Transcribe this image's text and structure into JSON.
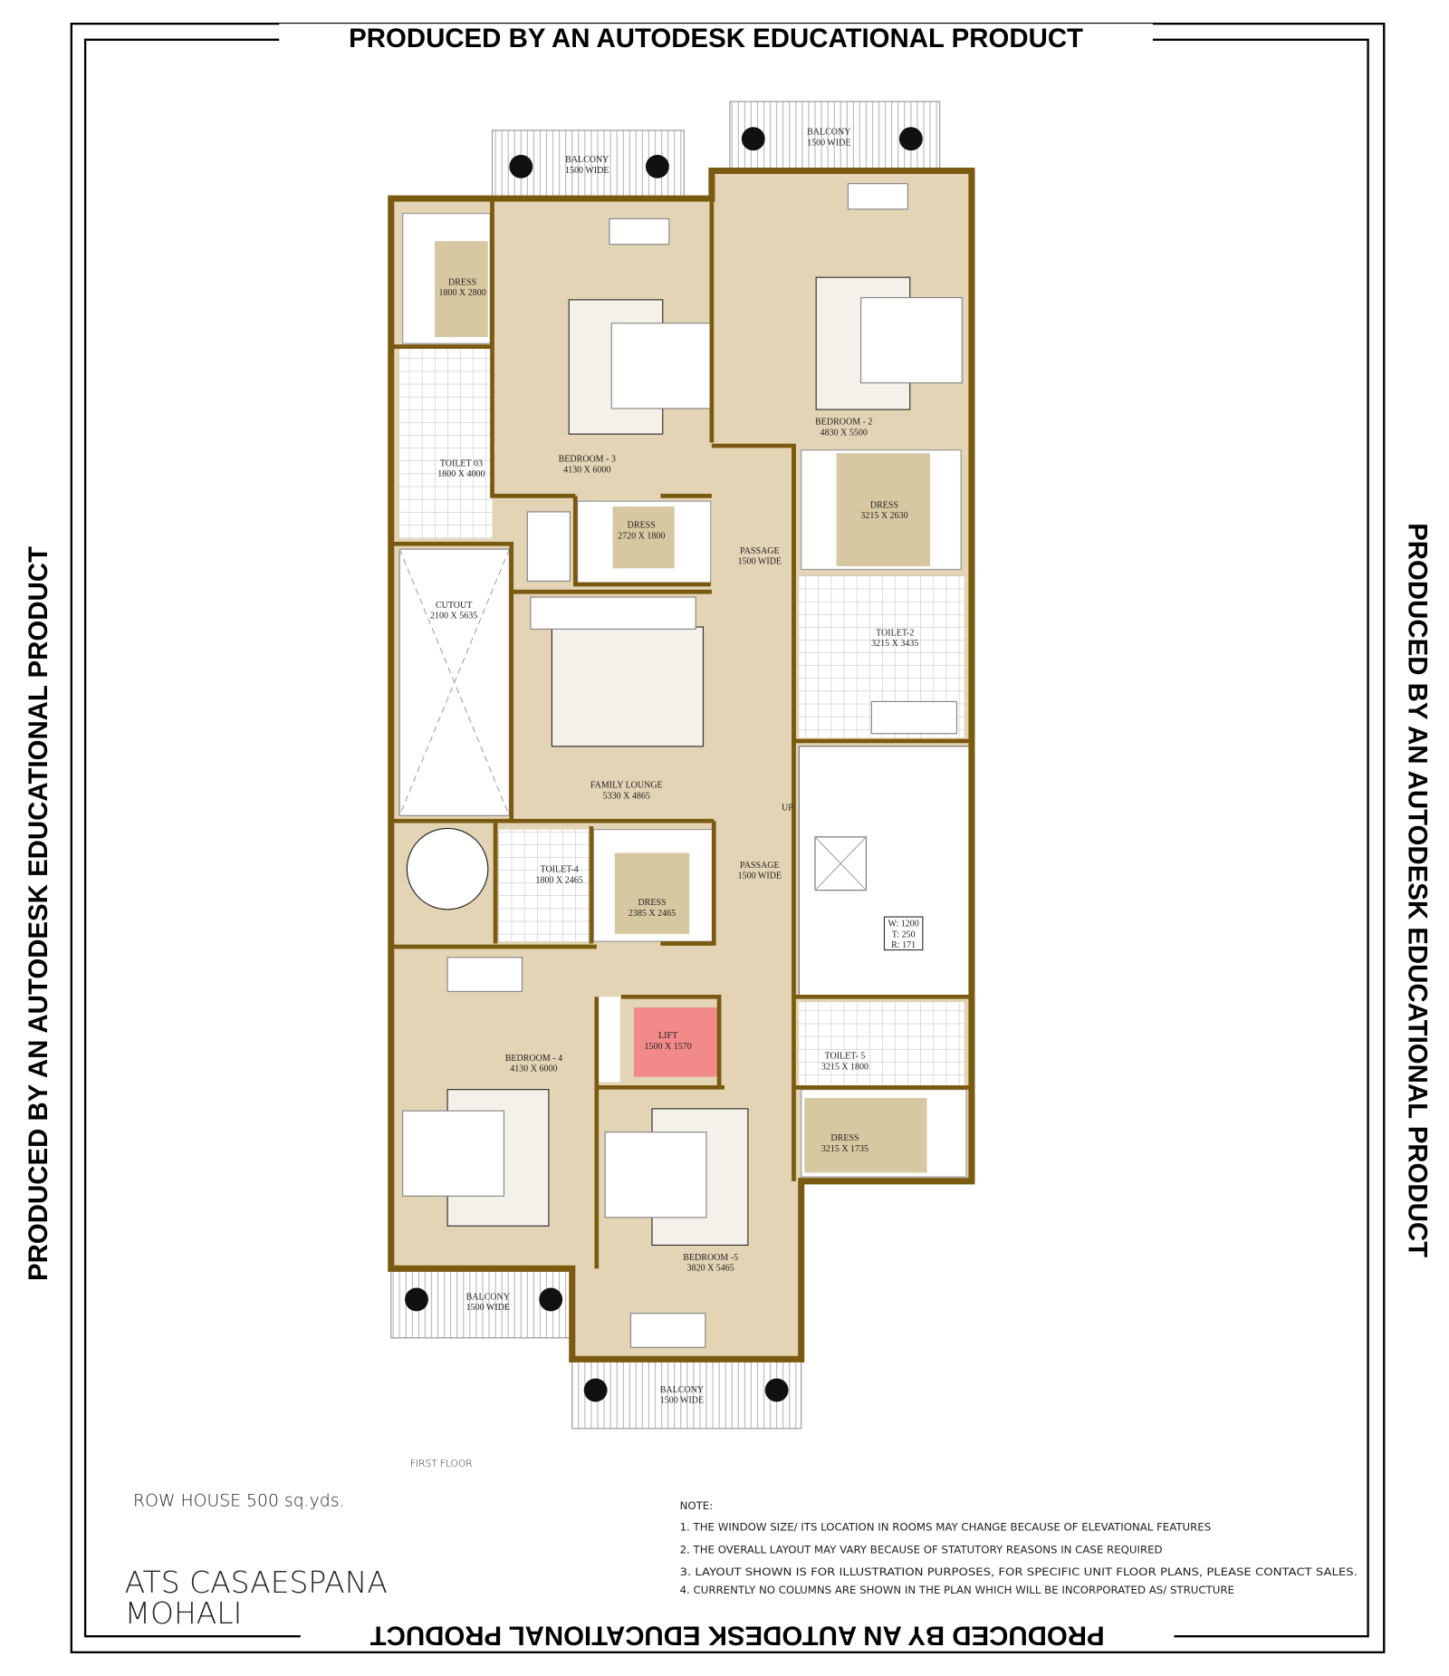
{
  "watermark": "PRODUCED BY AN AUTODESK EDUCATIONAL PRODUCT",
  "rooms": [
    {
      "name": "BALCONY",
      "dims": "1500 WIDE"
    },
    {
      "name": "BALCONY",
      "dims": "1500 WIDE"
    },
    {
      "name": "DRESS",
      "dims": "1800 X 2800"
    },
    {
      "name": "BEDROOM - 3",
      "dims": "4130 X 6000"
    },
    {
      "name": "BEDROOM - 2",
      "dims": "4830 X 5500"
    },
    {
      "name": "TOILET 03",
      "dims": "1800 X 4000"
    },
    {
      "name": "DRESS",
      "dims": "2720 X 1800"
    },
    {
      "name": "DRESS",
      "dims": "3215 X 2630"
    },
    {
      "name": "PASSAGE",
      "dims": "1500 WIDE"
    },
    {
      "name": "CUTOUT",
      "dims": "2100 X 5635"
    },
    {
      "name": "TOILET-2",
      "dims": "3215 X 3435"
    },
    {
      "name": "FAMILY LOUNGE",
      "dims": "5330 X 4865"
    },
    {
      "name": "TOILET-4",
      "dims": "1800 X 2465"
    },
    {
      "name": "DRESS",
      "dims": "2385 X 2465"
    },
    {
      "name": "PASSAGE",
      "dims": "1500 WIDE"
    },
    {
      "name": "LIFT",
      "dims": "1500 X 1570"
    },
    {
      "name": "BEDROOM - 4",
      "dims": "4130 X 6000"
    },
    {
      "name": "TOILET- 5",
      "dims": "3215 X 1800"
    },
    {
      "name": "DRESS",
      "dims": "3215 X 1735"
    },
    {
      "name": "BEDROOM -5",
      "dims": "3820 X 5465"
    },
    {
      "name": "BALCONY",
      "dims": "1500 WIDE"
    },
    {
      "name": "BALCONY",
      "dims": "1500 WIDE"
    }
  ],
  "stair": {
    "up": "UP",
    "width": "W: 1200",
    "tread": "T: 250",
    "riser": "R: 171"
  },
  "floor_label": "FIRST FLOOR",
  "project": {
    "type": "ROW HOUSE 500 sq.yds.",
    "name": "ATS CASAESPANA",
    "city": "MOHALI"
  },
  "notes": {
    "heading": "NOTE:",
    "items": [
      "1. THE WINDOW SIZE/ ITS LOCATION IN ROOMS MAY CHANGE BECAUSE OF ELEVATIONAL FEATURES",
      "2. THE OVERALL LAYOUT MAY VARY BECAUSE OF STATUTORY REASONS IN CASE REQUIRED",
      "3. LAYOUT SHOWN IS FOR ILLUSTRATION PURPOSES, FOR SPECIFIC UNIT FLOOR PLANS, PLEASE CONTACT SALES.",
      "4. CURRENTLY NO COLUMNS ARE SHOWN IN THE PLAN WHICH WILL BE INCORPORATED AS/ STRUCTURE"
    ]
  },
  "colors": {
    "wall": "#7a5a10",
    "floor": "#e2d4b4",
    "dress": "#d8c8a2",
    "lift": "#f28a8a"
  }
}
